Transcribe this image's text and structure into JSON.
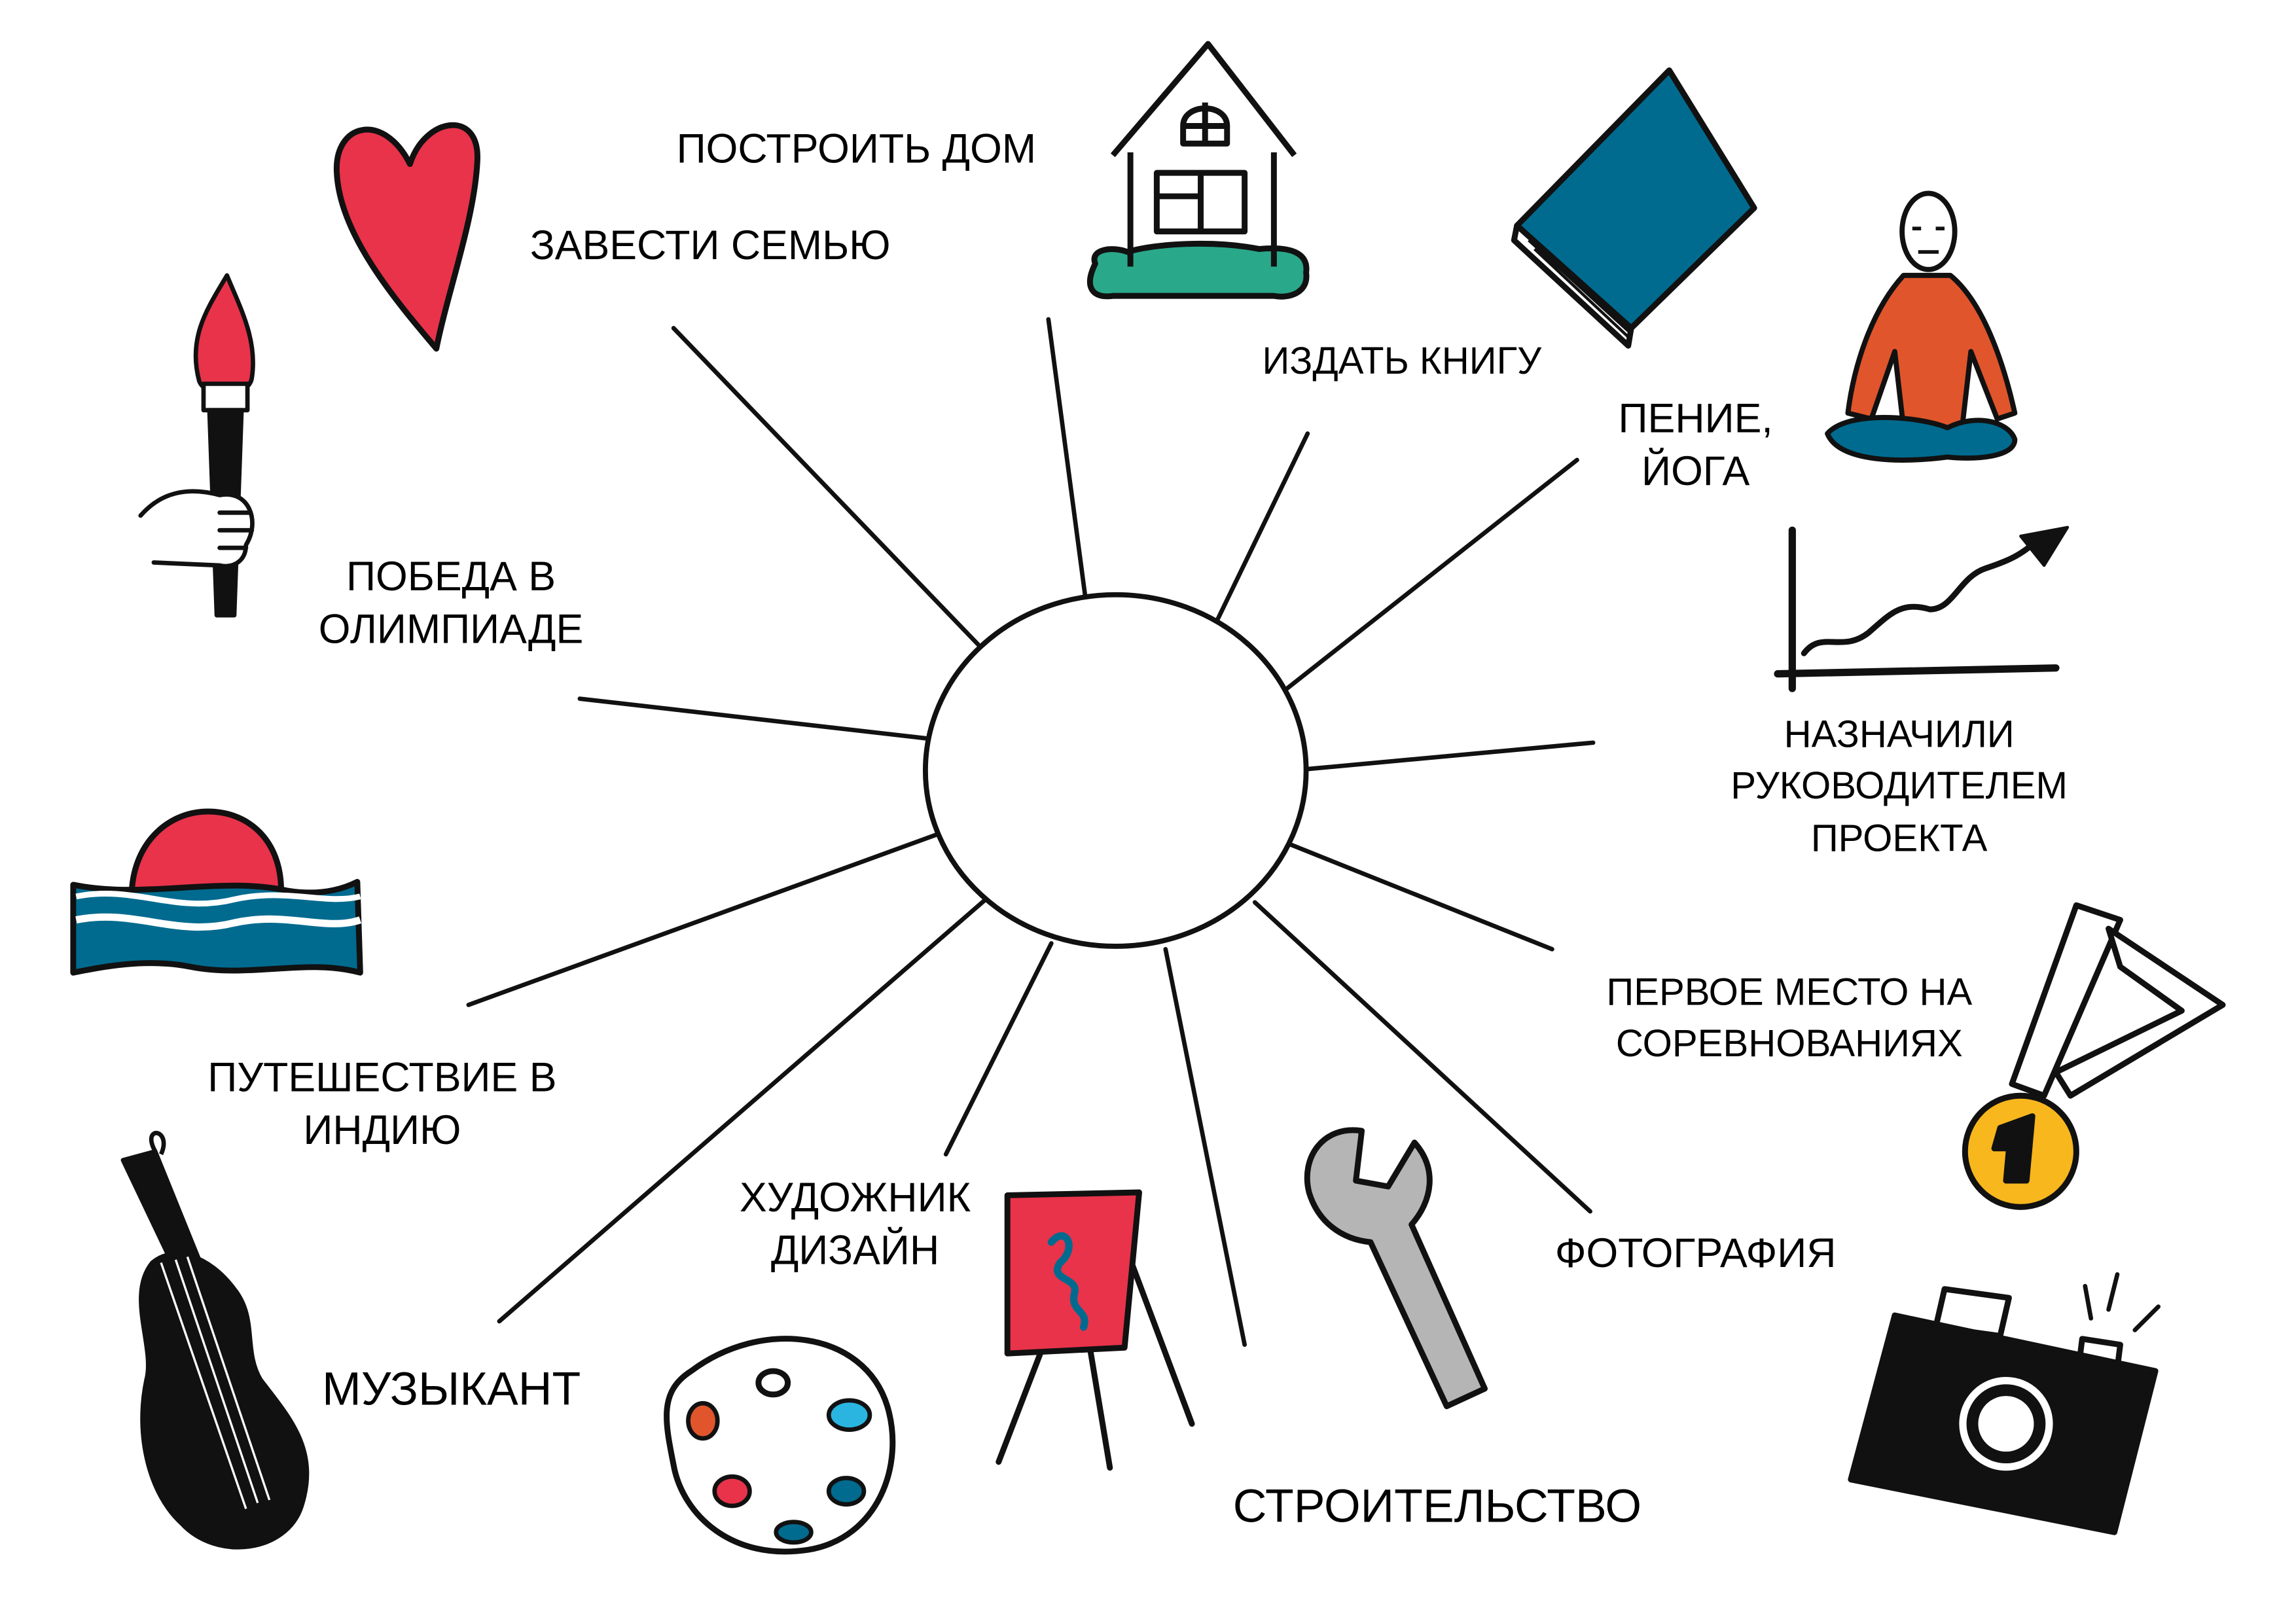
{
  "center": {
    "label": ""
  },
  "colors": {
    "stroke": "#111111",
    "red": "#e8334a",
    "blue": "#006b8f",
    "teal": "#2aa88a",
    "orange": "#e0552b",
    "yellow": "#f7b71d",
    "gray": "#b5b5b5"
  },
  "labels": {
    "build_house": "ПОСТРОИТЬ ДОМ",
    "family": "ЗАВЕСТИ СЕМЬЮ",
    "publish_book": "ИЗДАТЬ КНИГУ",
    "yoga_1": "ПЕНИЕ,",
    "yoga_2": "ЙОГА",
    "olympiad_1": "ПОБЕДА В",
    "olympiad_2": "ОЛИМПИАДЕ",
    "manager_1": "НАЗНАЧИЛИ",
    "manager_2": "РУКОВОДИТЕЛЕМ",
    "manager_3": "ПРОЕКТА",
    "first_place_1": "ПЕРВОЕ МЕСТО НА",
    "first_place_2": "СОРЕВНОВАНИЯХ",
    "india_1": "ПУТЕШЕСТВИЕ В",
    "india_2": "ИНДИЮ",
    "artist_1": "ХУДОЖНИК",
    "artist_2": "ДИЗАЙН",
    "musician": "МУЗЫКАНТ",
    "photography": "ФОТОГРАФИЯ",
    "construction": "СТРОИТЕЛЬСТВО"
  },
  "icons": [
    "heart-icon",
    "torch-icon",
    "house-icon",
    "book-icon",
    "meditation-icon",
    "growth-chart-icon",
    "medal-icon",
    "sunset-sea-icon",
    "violin-icon",
    "palette-icon",
    "easel-icon",
    "wrench-icon",
    "camera-icon"
  ]
}
